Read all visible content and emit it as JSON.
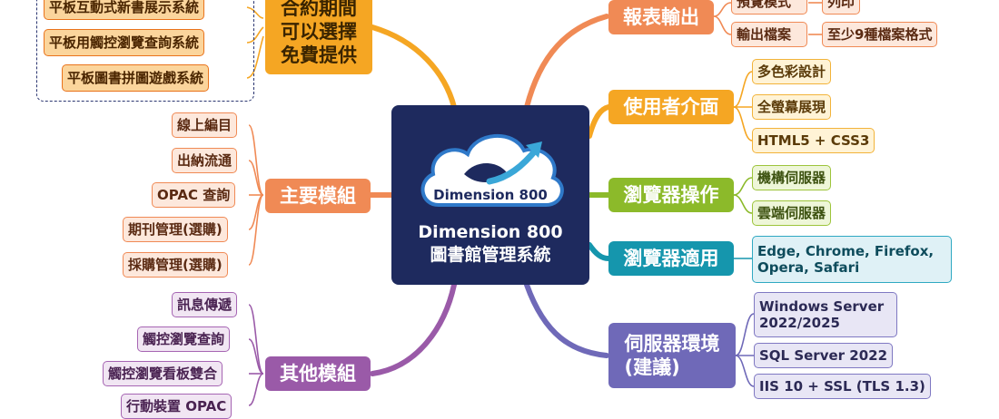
{
  "center": {
    "logo_text": "Dimension 800",
    "title_line1": "Dimension 800",
    "title_line2": "圖書館管理系統"
  },
  "colors": {
    "center_bg": "#1e2a5e",
    "orange": "#f08a55",
    "amber": "#f5a623",
    "green": "#8cba2a",
    "teal": "#1596ad",
    "indigo": "#6f69b8",
    "purple": "#9a5aa8"
  },
  "top_left": {
    "branch_lines": [
      "合約期間",
      "可以選擇",
      "免費提供"
    ],
    "items": [
      "平板互動式新書展示系統",
      "平板用觸控瀏覽查詢系統",
      "平板圖書拼圖遊戲系統"
    ]
  },
  "main_modules": {
    "label": "主要模組",
    "items": [
      "線上編目",
      "出納流通",
      "OPAC 查詢",
      "期刊管理(選購)",
      "採購管理(選購)"
    ]
  },
  "other_modules": {
    "label": "其他模組",
    "items": [
      "訊息傳遞",
      "觸控瀏覽查詢",
      "觸控瀏覽看板雙合",
      "行動裝置 OPAC"
    ]
  },
  "report": {
    "label": "報表輸出",
    "row1": [
      "預覽模式",
      "列印"
    ],
    "row2": [
      "輸出檔案",
      "至少9種檔案格式"
    ]
  },
  "ui": {
    "label": "使用者介面",
    "items": [
      "多色彩設計",
      "全螢幕展現",
      "HTML5 + CSS3"
    ]
  },
  "browser_op": {
    "label": "瀏覽器操作",
    "items": [
      "機構伺服器",
      "雲端伺服器"
    ]
  },
  "browser_fit": {
    "label": "瀏覽器適用",
    "item": "Edge, Chrome, Firefox, Opera, Safari"
  },
  "server": {
    "label_line1": "伺服器環境",
    "label_line2": "(建議)",
    "items": [
      "Windows Server 2022/2025",
      "SQL Server 2022",
      "IIS 10 + SSL (TLS 1.3)"
    ]
  }
}
